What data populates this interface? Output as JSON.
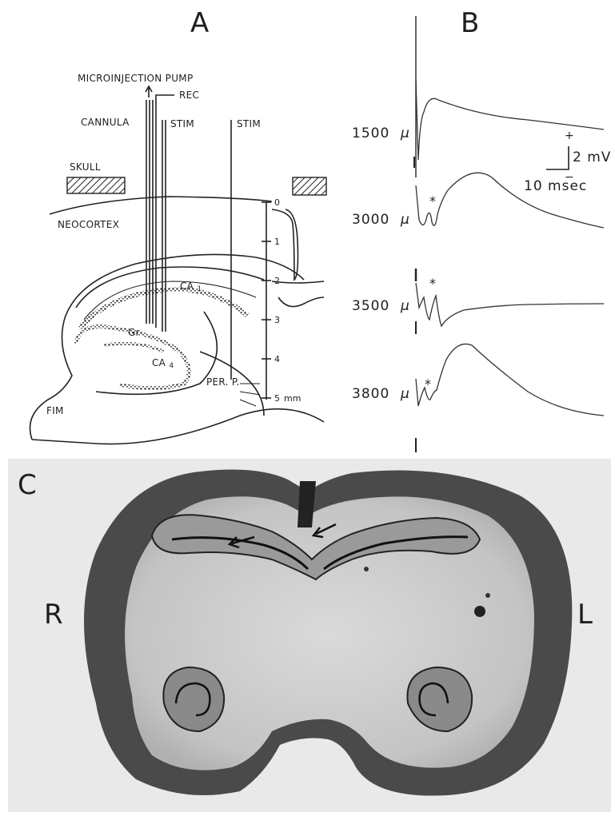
{
  "panels": {
    "a": {
      "letter": "A",
      "labels": {
        "pump": "MICROINJECTION PUMP",
        "rec": "REC",
        "cannula": "CANNULA",
        "stim1": "STIM",
        "stim2": "STIM",
        "skull": "SKULL",
        "neocortex": "NEOCORTEX",
        "ca1": "CA",
        "ca1_sub": "1",
        "gr": "Gr",
        "ca4": "CA",
        "ca4_sub": "4",
        "perp": "PER. P.",
        "fim": "FIM"
      },
      "scale": {
        "ticks": [
          "0",
          "1",
          "2",
          "3",
          "4",
          "5"
        ],
        "unit": "mm"
      }
    },
    "b": {
      "letter": "B",
      "unit_symbol": "μ",
      "depths": [
        "1500",
        "3000",
        "3500",
        "3800"
      ],
      "calibration": {
        "polarity": "+",
        "minus": "−",
        "amplitude": "2 mV",
        "time": "10 msec"
      },
      "marker": "*"
    },
    "c": {
      "letter": "C",
      "left_side": "R",
      "right_side": "L"
    }
  },
  "colors": {
    "ink": "#222222",
    "photo_background": "#e9e9e9",
    "cortex_dark": "#4a4a4a",
    "tissue_light": "#c8c8c8"
  }
}
